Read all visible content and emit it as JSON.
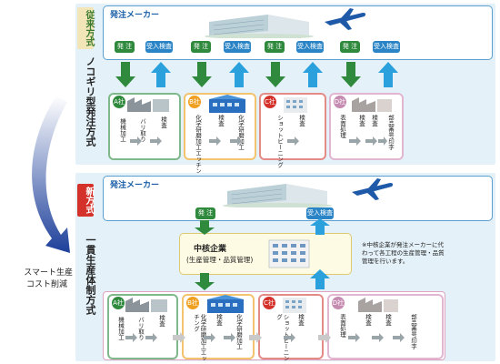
{
  "old_method": {
    "tag": "従来方式",
    "label": "ノコギリ型発注方式",
    "maker": "発注メーカー",
    "order_label": "発 注",
    "inspect_label": "受入検査"
  },
  "new_method": {
    "tag": "新方式",
    "label": "一貫生産体制方式",
    "maker": "発注メーカー",
    "order_label": "発 注",
    "inspect_label": "受入検査",
    "core_company": "中核企業",
    "core_sub": "(生産管理・品質管理)",
    "note": "※中核企業が発注メーカーに代わって各工程の生産管理・品質管理を行います。"
  },
  "left_caption": {
    "line1": "スマート生産",
    "line2": "コスト削減"
  },
  "companies": [
    {
      "name": "A社",
      "color": "#2f8a3e",
      "border": "#7fb98b",
      "proc1": "機械加工",
      "proc2": "バリ取り",
      "proc3": "検査"
    },
    {
      "name": "B社",
      "color": "#f0a020",
      "border": "#f3c36e",
      "proc1": "化学研磨加工エッチング",
      "proc2": "検査",
      "proc3": "化学研磨加工"
    },
    {
      "name": "C社",
      "color": "#d3312a",
      "border": "#e48b86",
      "proc1": "ショットピーニング",
      "proc2": "検査",
      "proc3": ""
    },
    {
      "name": "D社",
      "color": "#c58bb0",
      "border": "#e2b6d1",
      "proc1": "表面処理",
      "proc2": "検査",
      "proc3": "検査",
      "proc4": "部品番号印字"
    }
  ]
}
